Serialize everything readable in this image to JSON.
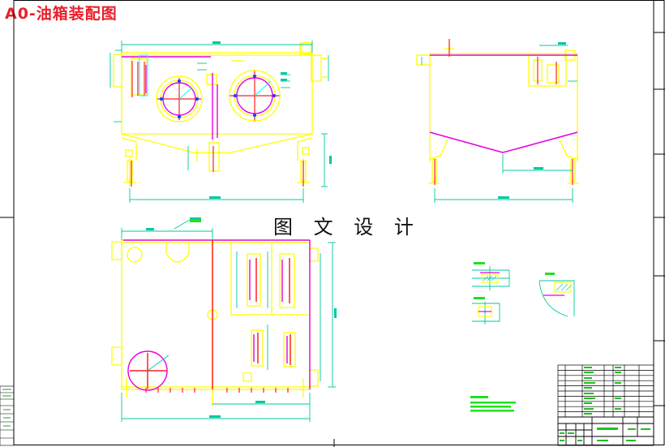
{
  "drawing_title": "A0-油箱装配图",
  "watermark": "图 文 设 计",
  "colors": {
    "outline": "#ffff00",
    "dimension": "#00c8a0",
    "highlight": "#e600e6",
    "cyan": "#00ffff",
    "red": "#ff2020",
    "blue": "#2040ff",
    "green": "#20e020",
    "frame": "#000000",
    "title_red": "#e8202a"
  },
  "views": [
    "front-view",
    "side-view",
    "top-view",
    "section-detail-a",
    "section-detail-b",
    "corner-detail"
  ],
  "parts_list_rows": 10
}
